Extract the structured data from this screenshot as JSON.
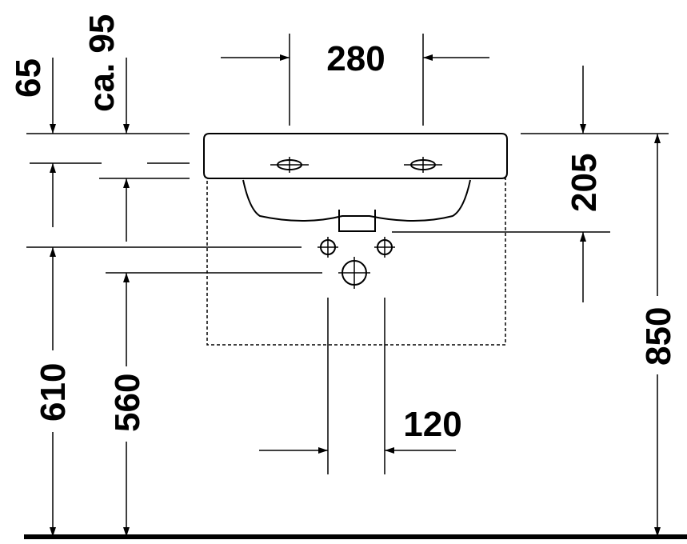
{
  "dimensions": {
    "tap_spacing": "280",
    "top_65": "65",
    "top_ca95": "ca. 95",
    "depth_205": "205",
    "height_850": "850",
    "height_610": "610",
    "height_560": "560",
    "waste_spacing": "120"
  }
}
